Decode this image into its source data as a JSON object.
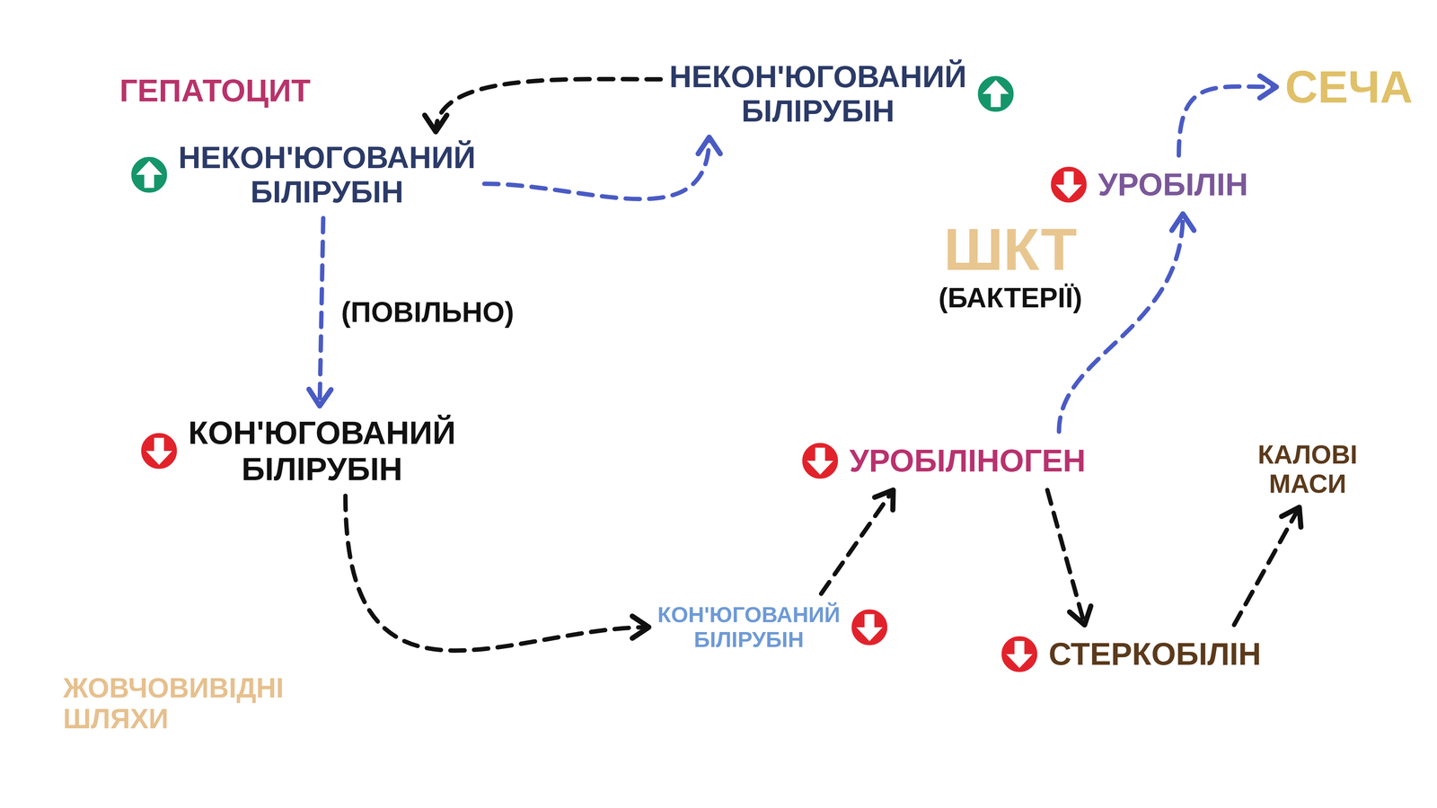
{
  "diagram": {
    "nodes": [
      {
        "text": [
          "ГЕПАТОЦИТ"
        ]
      },
      {
        "text": [
          "НЕКОН'ЮГОВАНИЙ БІЛІРУБІН"
        ],
        "in": 0
      },
      {
        "text": [
          "КОН'ЮГОВАНИЙ БІЛІРУБІН"
        ],
        "in": 0
      },
      {
        "text": [
          "НЕКОН'ЮГОВАНИЙ БІЛІРУБІН"
        ]
      },
      {
        "text": [
          "ШКТ",
          "(БАКТЕРІЇ)"
        ]
      },
      {
        "text": [
          "КОН'ЮГОВАНИЙ БІЛІРУБІН"
        ],
        "in": 4
      },
      {
        "text": [
          "УРОБІЛІНОГЕН"
        ],
        "in": 4
      },
      {
        "text": [
          "СТЕРКОБІЛІН"
        ],
        "in": 4
      },
      {
        "text": [
          "КАЛОВІ МАСИ"
        ],
        "in": 4
      },
      {
        "text": [
          "УРОБІЛІН"
        ]
      },
      {
        "text": [
          "СЕЧА"
        ]
      }
    ],
    "edges": [
      {
        "from": 1,
        "to": 3,
        "arrow": "to"
      },
      {
        "from": 3,
        "to": 1,
        "arrow": "to"
      },
      {
        "from": 1,
        "to": 2,
        "label": "(ПОВІЛЬНО)",
        "arrow": "to"
      },
      {
        "from": 2,
        "to": 5,
        "arrow": "to"
      },
      {
        "from": 5,
        "to": 6,
        "arrow": "to"
      },
      {
        "from": 6,
        "to": 7,
        "arrow": "to"
      },
      {
        "from": 7,
        "to": 8,
        "arrow": "to"
      },
      {
        "from": 6,
        "to": 9,
        "arrow": "to"
      },
      {
        "from": 9,
        "to": 10,
        "arrow": "to"
      }
    ],
    "labels": [
      "ЖОВЧОВИВІДНІ ШЛЯХИ"
    ]
  }
}
